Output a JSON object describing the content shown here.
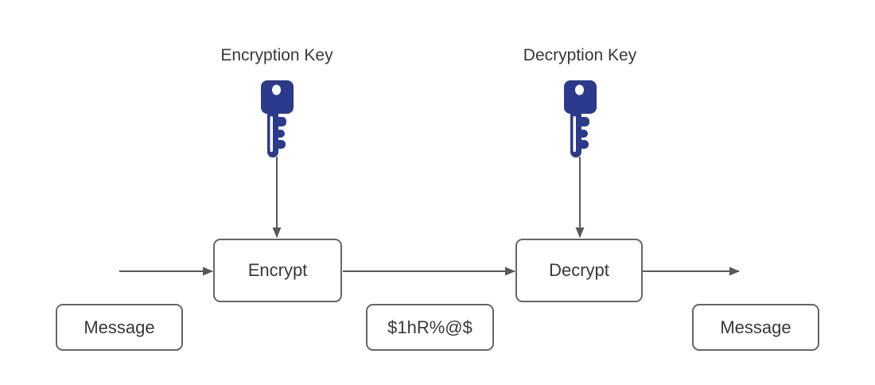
{
  "diagram": {
    "titles": {
      "encryption_key": "Encryption Key",
      "decryption_key": "Decryption Key"
    },
    "boxes": {
      "encrypt": {
        "label": "Encrypt"
      },
      "decrypt": {
        "label": "Decrypt"
      },
      "message_in": {
        "label": "Message"
      },
      "ciphertext": {
        "label": "$1hR%@$"
      },
      "message_out": {
        "label": "Message"
      }
    },
    "icons": {
      "encryption_key": "key-icon",
      "decryption_key": "key-icon"
    },
    "colors": {
      "key_fill": "#2b3a8c",
      "line": "#595959",
      "box_border": "#666666",
      "text": "#383838",
      "background": "#ffffff"
    }
  }
}
